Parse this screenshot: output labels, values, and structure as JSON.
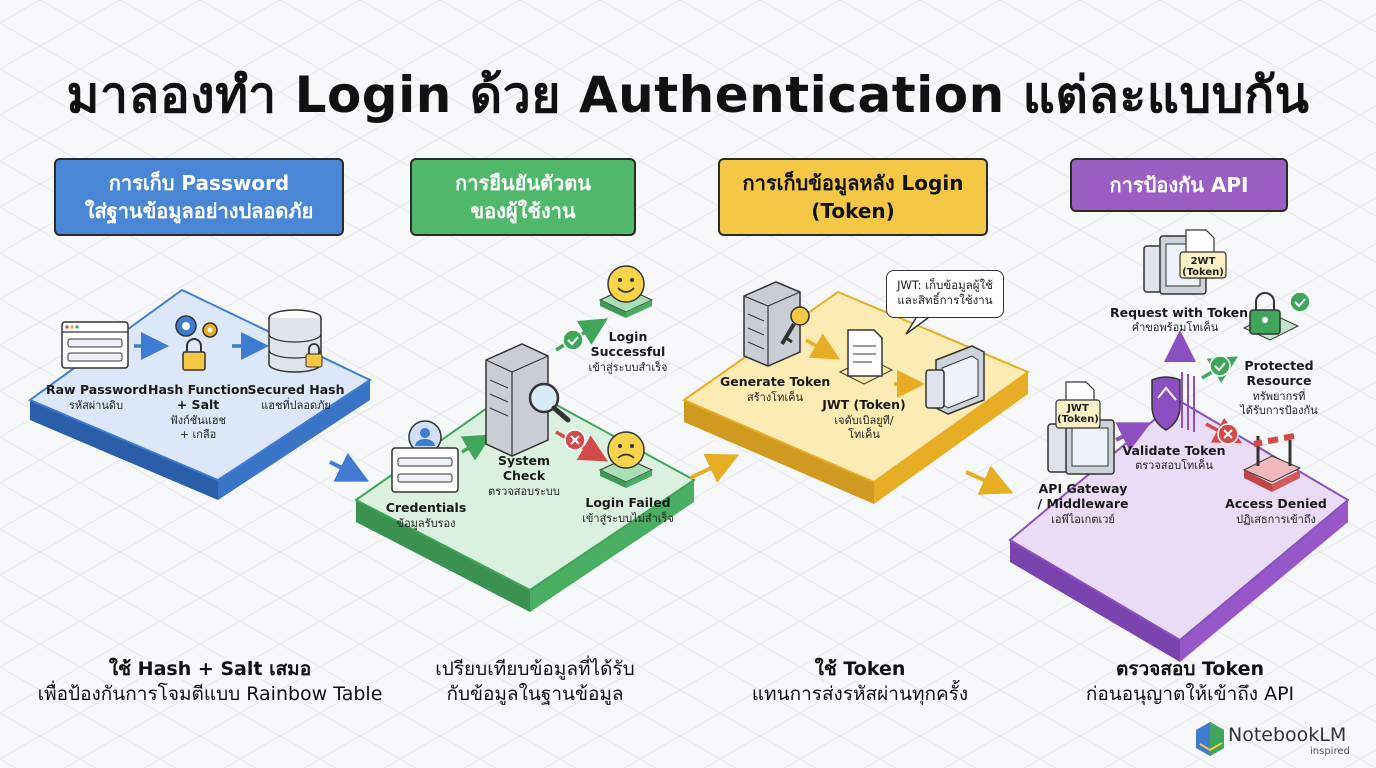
{
  "title": "มาลองทำ Login ด้วย Authentication แต่ละแบบกัน",
  "sections": [
    {
      "header": [
        "การเก็บ Password",
        "ใส่ฐานข้อมูลอย่างปลอดภัย"
      ],
      "items": [
        {
          "label": "Raw Password",
          "sub": "รหัสผ่านดิบ"
        },
        {
          "label": "Hash Function",
          "label2": "+ Salt",
          "sub": "ฟังก์ชันแฮช",
          "sub2": "+ เกลือ"
        },
        {
          "label": "Secured Hash",
          "sub": "แฮชที่ปลอดภัย"
        }
      ],
      "caption": {
        "bold": "ใช้ Hash + Salt เสมอ",
        "line2": "เพื่อป้องกันการโจมตีแบบ Rainbow Table"
      }
    },
    {
      "header": [
        "การยืนยันตัวตน",
        "ของผู้ใช้งาน"
      ],
      "items": [
        {
          "label": "Credentials",
          "sub": "ข้อมูลรับรอง"
        },
        {
          "label": "System",
          "label2": "Check",
          "sub": "ตรวจสอบระบบ"
        },
        {
          "label": "Login",
          "label2": "Successful",
          "sub": "เข้าสู่ระบบสำเร็จ"
        },
        {
          "label": "Login Failed",
          "sub": "เข้าสู่ระบบไม่สำเร็จ"
        }
      ],
      "caption": {
        "line1": "เปรียบเทียบข้อมูลที่ได้รับ",
        "line2": "กับข้อมูลในฐานข้อมูล"
      }
    },
    {
      "header": [
        "การเก็บข้อมูลหลัง Login",
        "(Token)"
      ],
      "items": [
        {
          "label": "Generate Token",
          "sub": "สร้างโทเค็น"
        },
        {
          "label": "JWT (Token)",
          "sub": "เจดับเบิลยูที/",
          "sub2": "โทเค็น"
        }
      ],
      "bubble": [
        "JWT: เก็บข้อมูลผู้ใช้",
        "และสิทธิ์การใช้งาน"
      ],
      "caption": {
        "bold": "ใช้ Token",
        "line2": "แทนการส่งรหัสผ่านทุกครั้ง"
      }
    },
    {
      "header": [
        "การป้องกัน API"
      ],
      "items": [
        {
          "label": "Request with Token",
          "sub": "คำขอพร้อมโทเค็น"
        },
        {
          "label": "API Gateway",
          "label2": "/ Middleware",
          "sub": "เอพีไอเกตเวย์"
        },
        {
          "label": "Validate Token",
          "sub": "ตรวจสอบโทเค็น"
        },
        {
          "label": "Protected",
          "label2": "Resource",
          "sub": "ทรัพยากรที่",
          "sub2": "ได้รับการป้องกัน"
        },
        {
          "label": "Access Denied",
          "sub": "ปฏิเสธการเข้าถึง"
        }
      ],
      "tags": [
        "2WT",
        "(Token)",
        "JWT",
        "(Token)"
      ],
      "caption": {
        "bold": "ตรวจสอบ Token",
        "line2": "ก่อนอนุญาตให้เข้าถึง API"
      }
    }
  ],
  "brand": {
    "name": "NotebookLM",
    "tagline": "inspired"
  },
  "colors": {
    "blue": "#4a86d6",
    "green": "#4fb86a",
    "yellow": "#f4c744",
    "purple": "#9b5fc4",
    "arrow_blue": "#3f7bd0",
    "arrow_green": "#3ea55a",
    "arrow_yellow": "#e6ad25",
    "arrow_purple": "#8b4fc0"
  }
}
